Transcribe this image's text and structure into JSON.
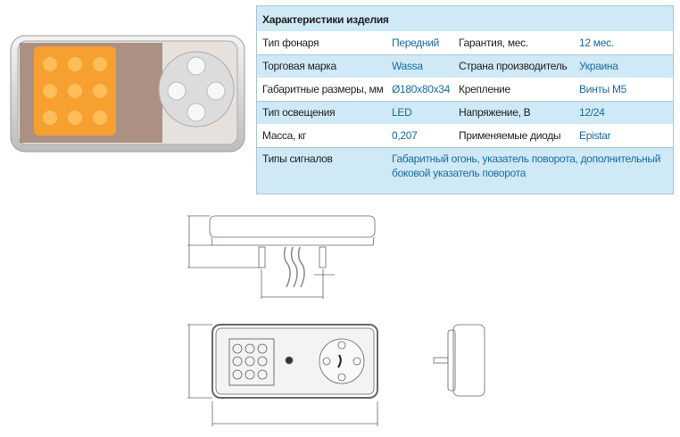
{
  "table": {
    "title": "Характеристики изделия",
    "rows": [
      {
        "l1": "Тип фонаря",
        "v1": "Передний",
        "l2": "Гарантия, мес.",
        "v2": "12 мес."
      },
      {
        "l1": "Торговая марка",
        "v1": "Wassa",
        "l2": "Страна производитель",
        "v2": "Украина"
      },
      {
        "l1": "Габаритные размеры, мм",
        "v1": "Ø180x80x34",
        "l2": "Крепление",
        "v2": "Винты М5"
      },
      {
        "l1": "Тип освещения",
        "v1": "LED",
        "l2": "Напряжение, В",
        "v2": "12/24"
      },
      {
        "l1": "Масса, кг",
        "v1": "0,207",
        "l2": "Применяемые диоды",
        "v2": "Epistar"
      }
    ],
    "signals_label": "Типы сигналов",
    "signals_value": "Габаритный огонь, указатель поворота, дополнительный боковой указатель поворота"
  },
  "colors": {
    "header_bg": "#cfe9f7",
    "value_text": "#1b6a9f",
    "amber": "#f5a030"
  }
}
